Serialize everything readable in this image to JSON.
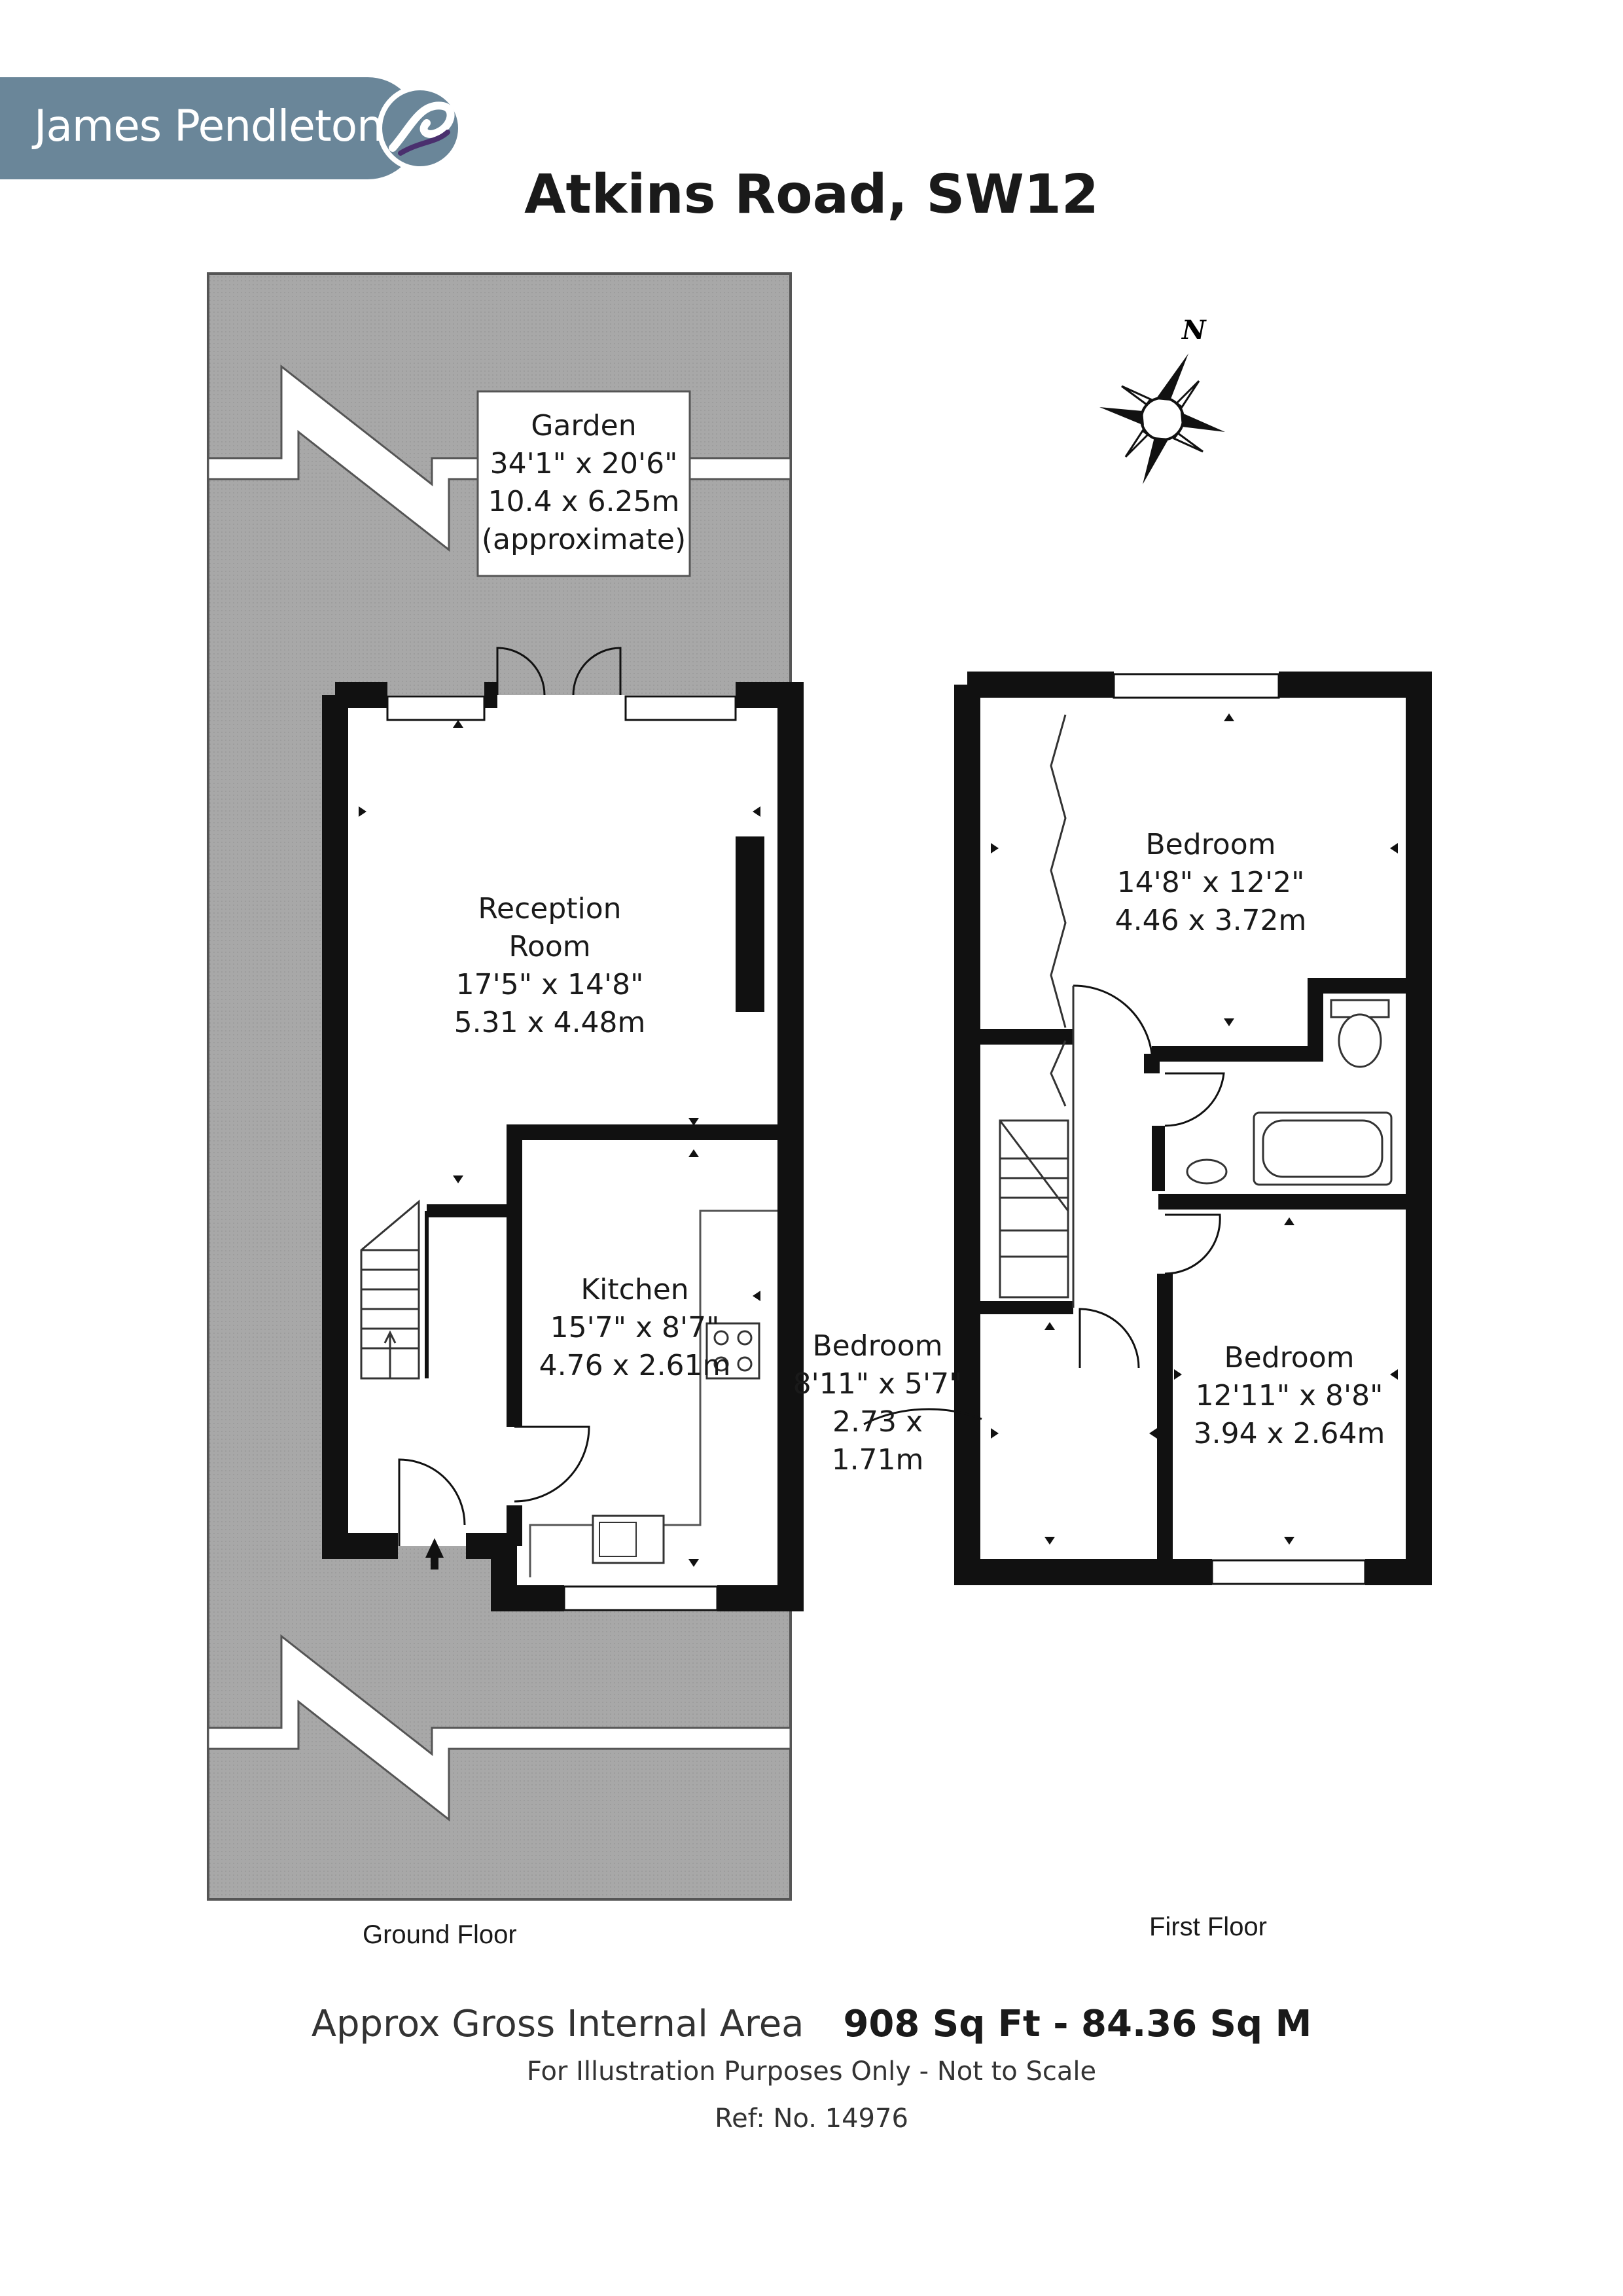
{
  "brand": {
    "name": "James Pendleton",
    "color": "#6a8699"
  },
  "title": "Atkins Road, SW12",
  "compass": {
    "label": "N"
  },
  "rooms": {
    "garden": {
      "name": "Garden",
      "imperial": "34'1\" x 20'6\"",
      "metric": "10.4 x 6.25m",
      "note": "(approximate)"
    },
    "reception": {
      "name1": "Reception",
      "name2": "Room",
      "imperial": "17'5\" x 14'8\"",
      "metric": "5.31 x 4.48m"
    },
    "kitchen": {
      "name": "Kitchen",
      "imperial": "15'7\" x 8'7\"",
      "metric": "4.76 x 2.61m"
    },
    "bedroom_main": {
      "name": "Bedroom",
      "imperial": "14'8\" x 12'2\"",
      "metric": "4.46 x 3.72m"
    },
    "bedroom_small": {
      "name": "Bedroom",
      "imperial": "8'11\" x 5'7\"",
      "metric": "2.73 x 1.71m"
    },
    "bedroom_rear": {
      "name": "Bedroom",
      "imperial": "12'11\" x 8'8\"",
      "metric": "3.94 x 2.64m"
    }
  },
  "floors": {
    "ground": "Ground Floor",
    "first": "First Floor"
  },
  "footer": {
    "area_label": "Approx Gross Internal Area",
    "area_value": "908 Sq Ft - 84.36 Sq M",
    "disclaimer": "For Illustration Purposes Only - Not to Scale",
    "ref": "Ref: No. 14976"
  }
}
